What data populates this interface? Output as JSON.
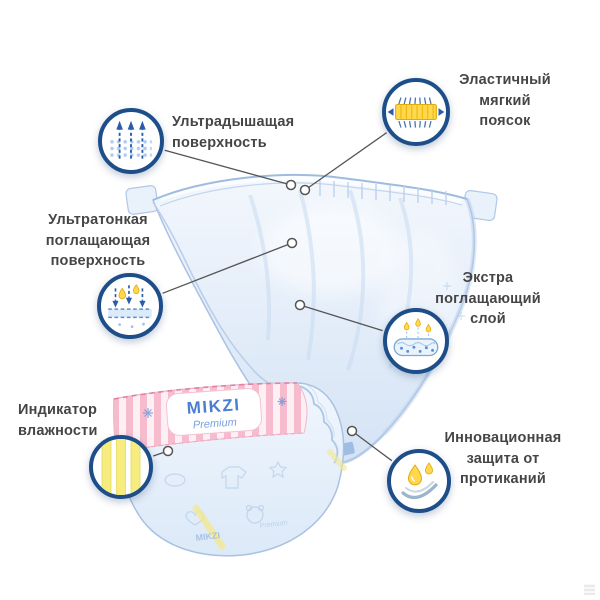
{
  "palette": {
    "accent_blue": "#2a5ca8",
    "ring_blue": "#1d4e89",
    "leader_line": "#555555",
    "label_text": "#454545",
    "diaper_blue_light": "#eef4fc",
    "diaper_blue": "#d7e5f6",
    "band_pink": "#f6bccd",
    "drop_yellow": "#ffd84d",
    "indicator_yellow": "#f6ec80"
  },
  "callouts": [
    {
      "id": "ultra-breathable",
      "icon": "breathable-surface-icon",
      "lines": [
        "Ультрадышащая",
        "поверхность"
      ]
    },
    {
      "id": "elastic-waistband",
      "icon": "elastic-waistband-icon",
      "lines": [
        "Эластичный",
        "мягкий",
        "поясок"
      ]
    },
    {
      "id": "ultra-thin-absorbent",
      "icon": "absorbent-surface-icon",
      "lines": [
        "Ультратонкая",
        "поглащающая",
        "поверхность"
      ]
    },
    {
      "id": "extra-absorbent-layer",
      "icon": "absorbent-layer-icon",
      "lines": [
        "Экстра",
        "поглащающий",
        "слой"
      ]
    },
    {
      "id": "moisture-indicator",
      "icon": "moisture-indicator-icon",
      "lines": [
        "Индикатор",
        "влажности"
      ]
    },
    {
      "id": "leak-protection",
      "icon": "leak-protection-icon",
      "lines": [
        "Инновационная",
        "защита от",
        "протиканий"
      ]
    }
  ],
  "diaper": {
    "brand": "MIKZI",
    "brand_sub": "Premium"
  }
}
